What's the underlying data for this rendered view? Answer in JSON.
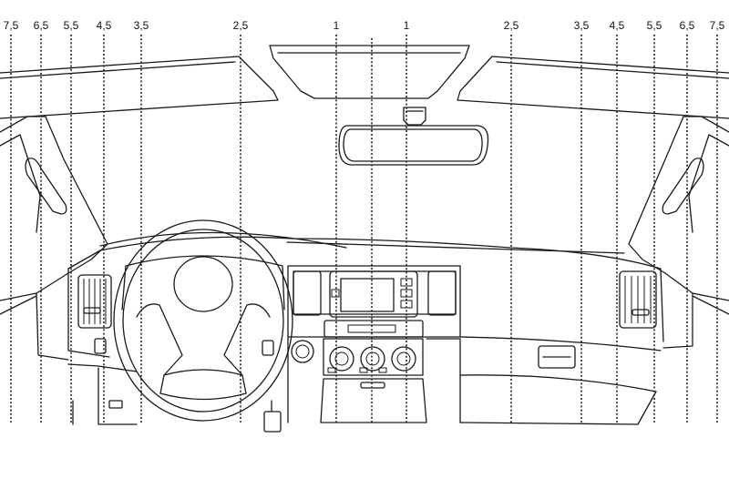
{
  "measurement_lines": {
    "left": [
      "7,5",
      "6,5",
      "5,5",
      "4,5",
      "3,5",
      "2,5",
      "1"
    ],
    "right": [
      "1",
      "2,5",
      "3,5",
      "4,5",
      "5,5",
      "6,5",
      "7,5"
    ]
  },
  "colors": {
    "line": "#1a1a1a",
    "background": "#ffffff"
  }
}
